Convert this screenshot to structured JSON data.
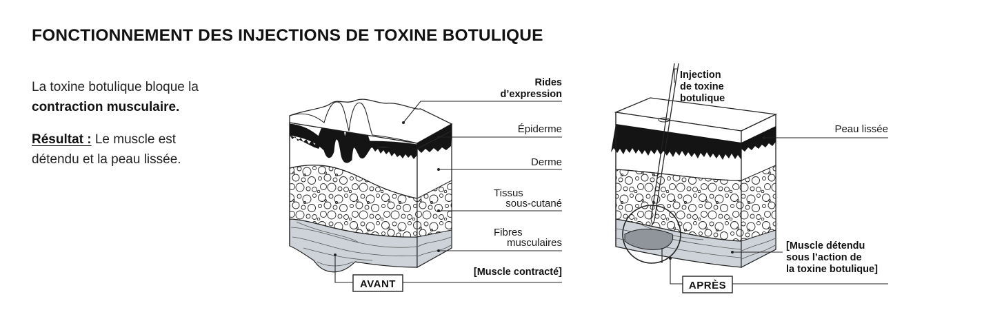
{
  "title": "FONCTIONNEMENT DES INJECTIONS DE TOXINE BOTULIQUE",
  "intro": {
    "line1": "La toxine botulique bloque la",
    "line1_bold": "contraction musculaire.",
    "result_label": "Résultat :",
    "result_text1": " Le muscle est",
    "result_text2": "détendu et la peau lissée."
  },
  "before": {
    "tag": "AVANT",
    "wrinkles_l1": "Rides",
    "wrinkles_l2": "d’expression",
    "epidermis": "Épiderme",
    "dermis": "Derme",
    "subcut_l1": "Tissus",
    "subcut_l2": "sous-cutané",
    "fibers_l1": "Fibres",
    "fibers_l2": "musculaires",
    "muscle_state": "[Muscle contracté]"
  },
  "after": {
    "tag": "APRÈS",
    "inj_l1": "Injection",
    "inj_l2": "de toxine",
    "inj_l3": "botulique",
    "smooth_skin": "Peau lissée",
    "muscle_l1": "[Muscle détendu",
    "muscle_l2": "sous l’action de",
    "muscle_l3": "la toxine botulique]"
  }
}
